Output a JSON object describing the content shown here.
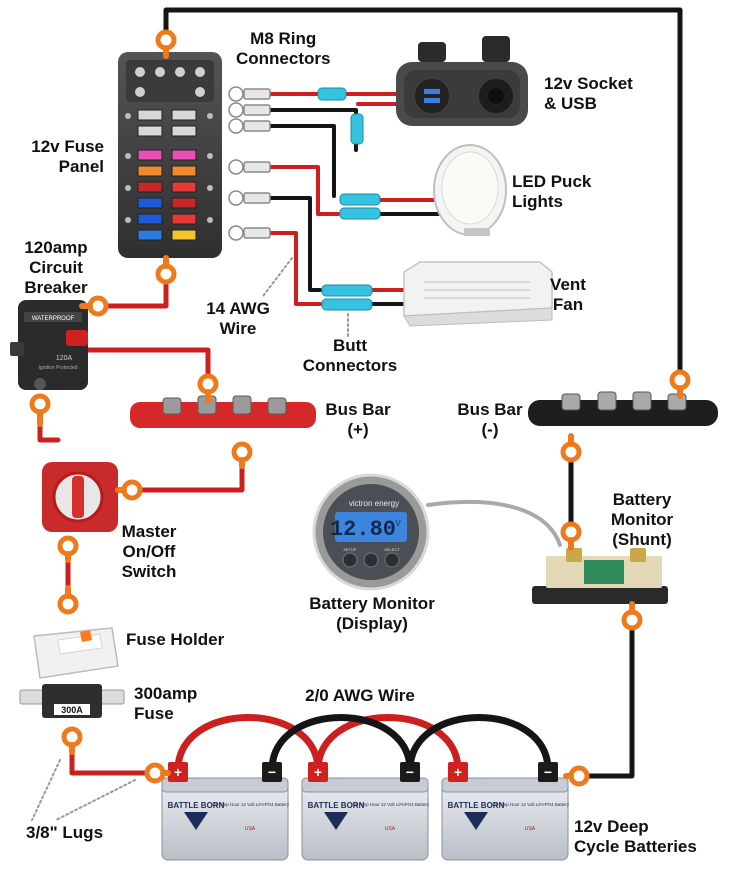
{
  "labels": {
    "ring_connectors": [
      "M8 Ring",
      "Connectors"
    ],
    "fuse_panel": [
      "12v Fuse",
      "Panel"
    ],
    "circuit_breaker": [
      "120amp",
      "Circuit",
      "Breaker"
    ],
    "wire_14awg": [
      "14 AWG",
      "Wire"
    ],
    "butt_connectors": [
      "Butt",
      "Connectors"
    ],
    "socket_usb": [
      "12v Socket",
      "& USB"
    ],
    "led_puck": [
      "LED Puck",
      "Lights"
    ],
    "vent_fan": [
      "Vent",
      "Fan"
    ],
    "bus_bar_pos": [
      "Bus Bar",
      "(+)"
    ],
    "bus_bar_neg": [
      "Bus Bar",
      "(-)"
    ],
    "battery_monitor_shunt": [
      "Battery",
      "Monitor",
      "(Shunt)"
    ],
    "master_switch": [
      "Master",
      "On/Off",
      "Switch"
    ],
    "battery_monitor_display": [
      "Battery Monitor",
      "(Display)"
    ],
    "fuse_holder": "Fuse Holder",
    "fuse_300": [
      "300amp",
      "Fuse"
    ],
    "wire_20awg": "2/0 AWG Wire",
    "lugs": "3/8\" Lugs",
    "batteries": [
      "12v Deep",
      "Cycle Batteries"
    ]
  },
  "device_text": {
    "breaker_waterproof": "WATERPROOF",
    "breaker_rating": "120A",
    "breaker_sub": "Ignition Protected",
    "monitor_brand": "victron energy",
    "monitor_reading": "12.80",
    "monitor_unit": "V",
    "monitor_btn_left": "SETUP",
    "monitor_btn_right": "SELECT",
    "fuse_rating": "300A",
    "battery_brand": "BATTLE BORN",
    "battery_desc": "100 Amp Hour 12 Volt LiFePO4 Battery",
    "battery_origin": "USA",
    "terminal_pos": "+",
    "terminal_neg": "−"
  },
  "colors": {
    "wire_red": "#cc1f1f",
    "wire_black": "#151515",
    "lug_orange": "#ee7a1c",
    "butt_blue": "#35c3e0",
    "busbar_red": "#d62828",
    "monitor_lcd": "#3e86dd",
    "battery_red_terminal": "#d12020"
  }
}
